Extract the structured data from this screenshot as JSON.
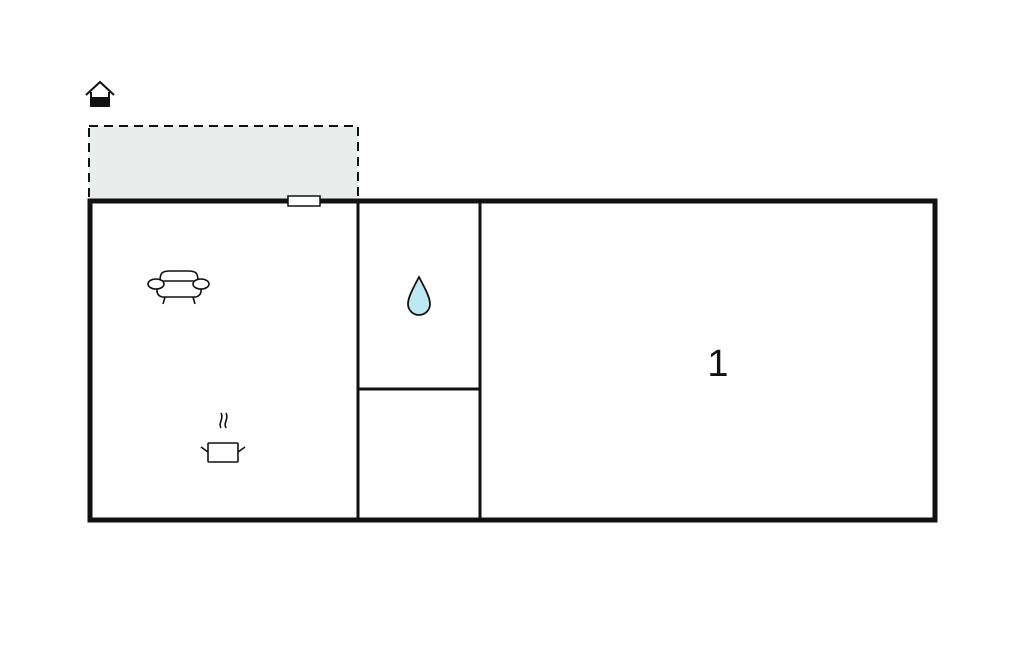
{
  "floorplan": {
    "rooms": [
      {
        "id": "living-kitchen",
        "label": ""
      },
      {
        "id": "bathroom",
        "label": ""
      },
      {
        "id": "storage",
        "label": ""
      },
      {
        "id": "bedroom",
        "label": "1"
      }
    ],
    "icons": [
      "house-entrance-icon",
      "sofa-icon",
      "cooking-pot-icon",
      "water-drop-icon"
    ],
    "colors": {
      "terrace_fill": "#e9eeec",
      "water_drop": "#bfe9f2",
      "walls": "#111111"
    }
  }
}
